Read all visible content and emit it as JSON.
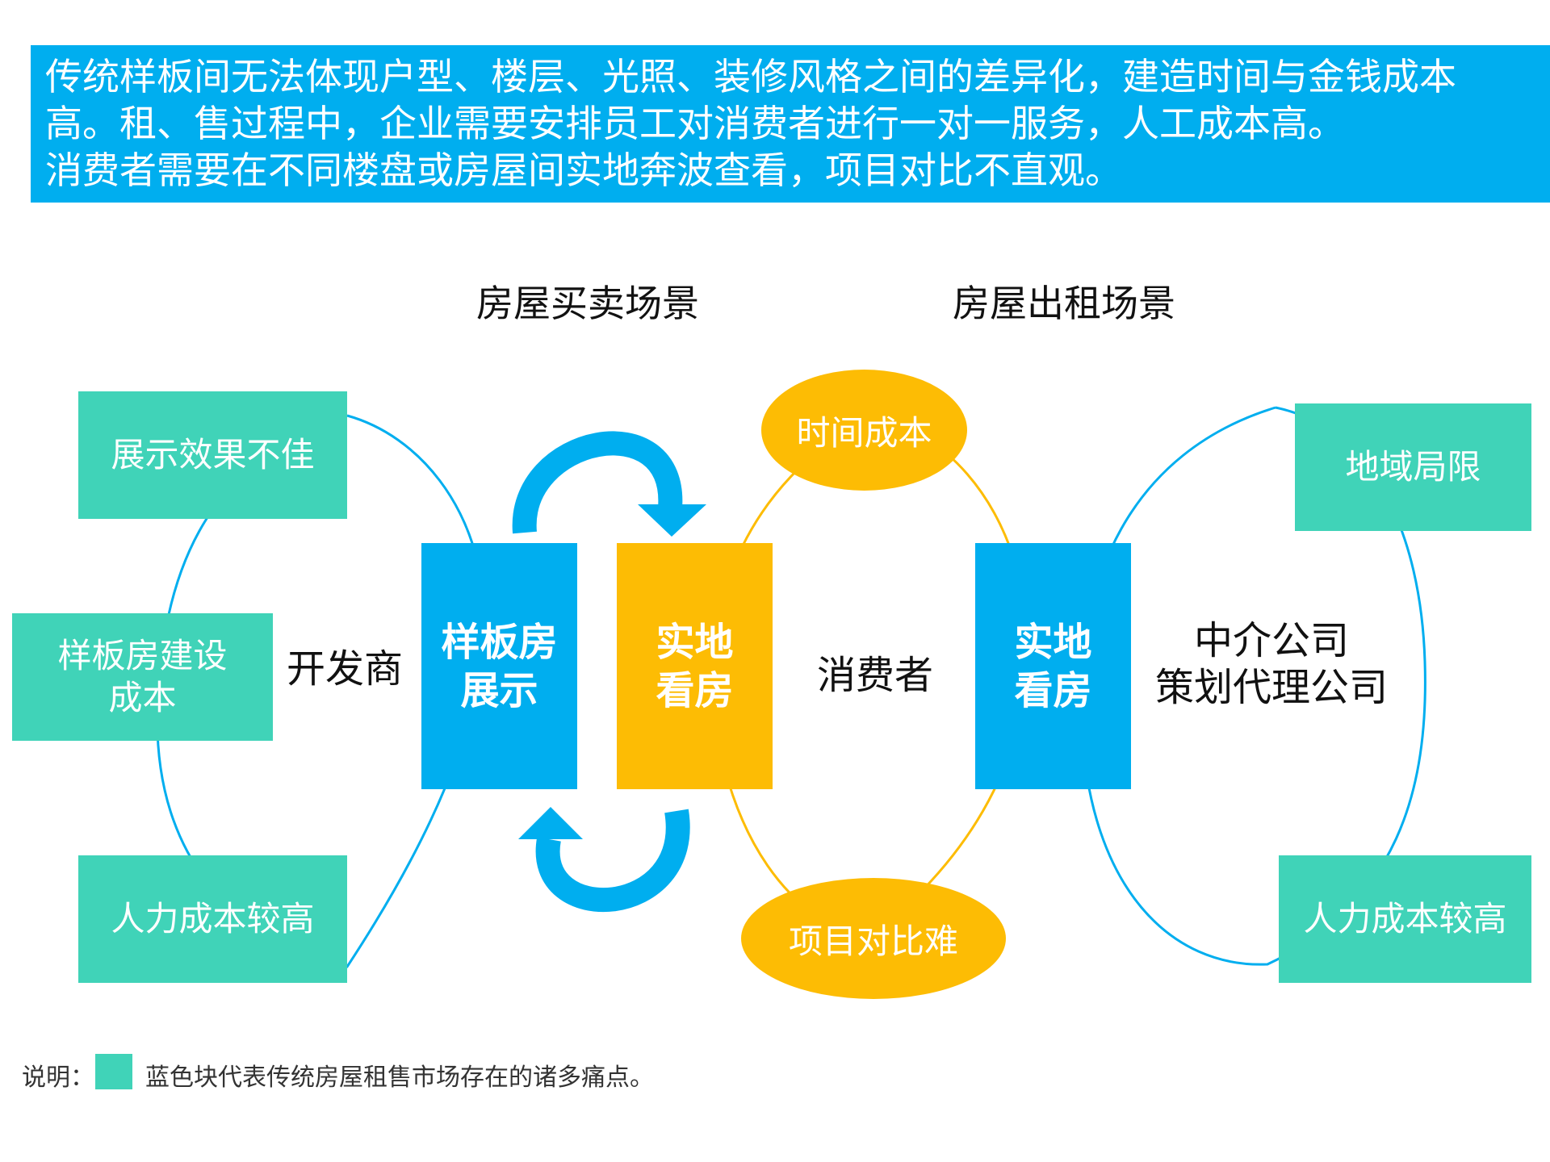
{
  "banner": {
    "lines": [
      "传统样板间无法体现户型、楼层、光照、装修风格之间的差异化，建造时间与金钱成本",
      "高。租、售过程中，企业需要安排员工对消费者进行一对一服务，人工成本高。",
      "消费者需要在不同楼盘或房屋间实地奔波查看，项目对比不直观。"
    ]
  },
  "scenes": {
    "sale": "房屋买卖场景",
    "rent": "房屋出租场景"
  },
  "developer_pains": [
    "展示效果不佳",
    "样板房建设",
    "成本",
    "人力成本较高"
  ],
  "developer_label": "开发商",
  "pillars": {
    "model_room": [
      "样板房",
      "展示"
    ],
    "site_visit_sale": [
      "实地",
      "看房"
    ],
    "site_visit_rent": [
      "实地",
      "看房"
    ]
  },
  "consumer": {
    "label": "消费者",
    "pains": [
      "时间成本",
      "项目对比难"
    ]
  },
  "agency": {
    "lines": [
      "中介公司",
      "策划代理公司"
    ],
    "pains": [
      "地域局限",
      "人力成本较高"
    ]
  },
  "legend": {
    "prefix": "说明：",
    "text": "蓝色块代表传统房屋租售市场存在的诸多痛点。"
  },
  "colors": {
    "blue": "#00aeef",
    "teal": "#40d3b8",
    "gold": "#fdbc04"
  }
}
